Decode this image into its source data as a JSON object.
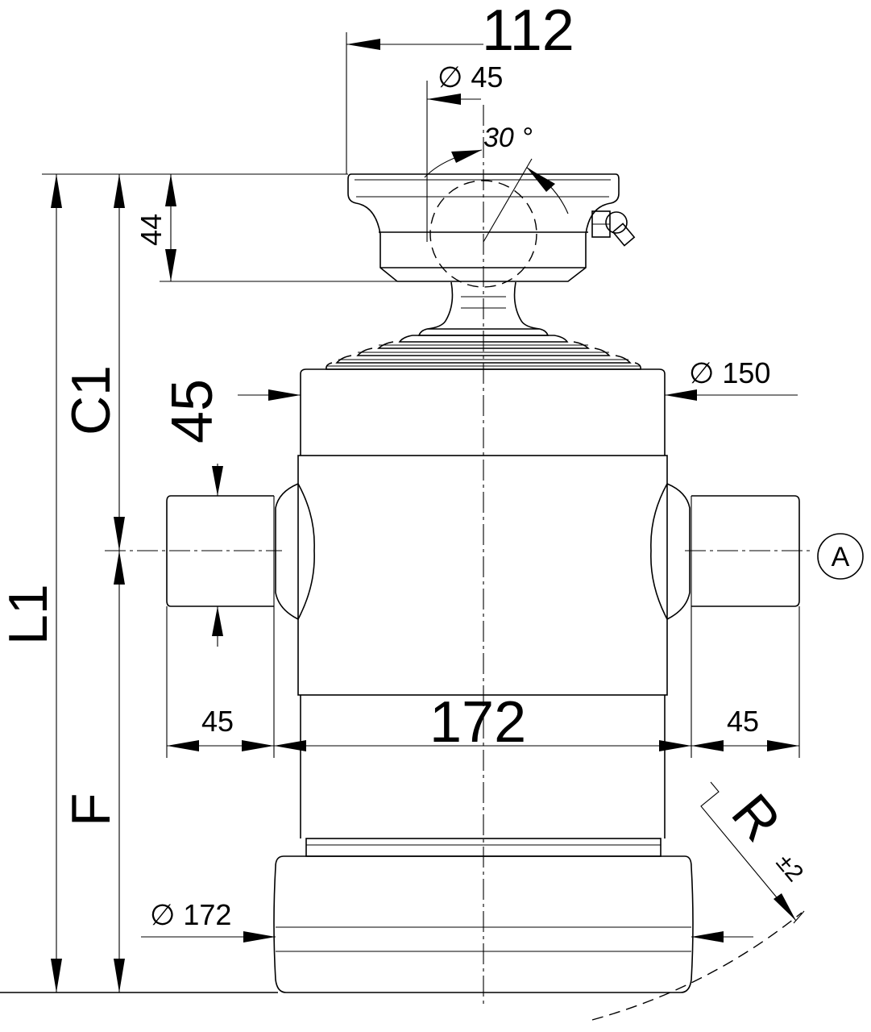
{
  "drawing": {
    "title": "Telescopic hydraulic cylinder dimension drawing",
    "dimensions": {
      "top_offset": "112",
      "ball_diameter": "∅ 45",
      "tilt_angle": "30 °",
      "head_height": "44",
      "barrel_diameter": "∅ 150",
      "pin_offset": "45",
      "body_width": "172",
      "pin_length_left": "45",
      "pin_length_right": "45",
      "base_diameter": "∅ 172",
      "overall_length": "L1",
      "head_to_pin": "C1",
      "pin_to_base": "F",
      "radius": "R",
      "radius_tolerance": "±2",
      "datum": "A"
    }
  }
}
